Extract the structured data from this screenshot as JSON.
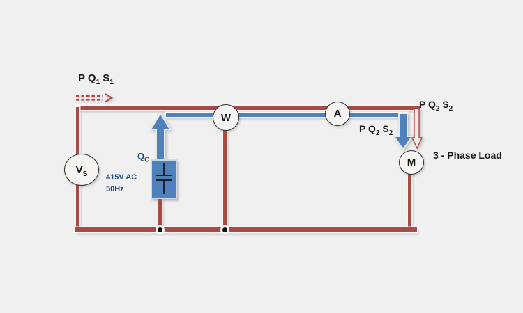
{
  "colors": {
    "background": "#f0f0f0",
    "wire_red": "#a84a45",
    "wire_blue": "#4f81bd",
    "accent_text_blue": "#1f497d",
    "label_black": "#1a1a1a"
  },
  "labels": {
    "input_power": {
      "base1": "P Q",
      "sub1": "1",
      "base2": " S",
      "sub2": "1"
    },
    "load_power_mid": {
      "base1": "P Q",
      "sub1": "2",
      "base2": " S",
      "sub2": "2"
    },
    "load_power_right": {
      "base1": "P Q",
      "sub1": "2",
      "base2": " S",
      "sub2": "2"
    },
    "reactive_compensation": {
      "base": "Q",
      "sub": "C"
    },
    "source_voltage": "415V AC",
    "source_frequency": "50Hz",
    "load_name": "3 - Phase Load"
  },
  "components": {
    "source": {
      "base": "V",
      "sub": "S"
    },
    "wattmeter": "W",
    "ammeter": "A",
    "motor": "M"
  }
}
